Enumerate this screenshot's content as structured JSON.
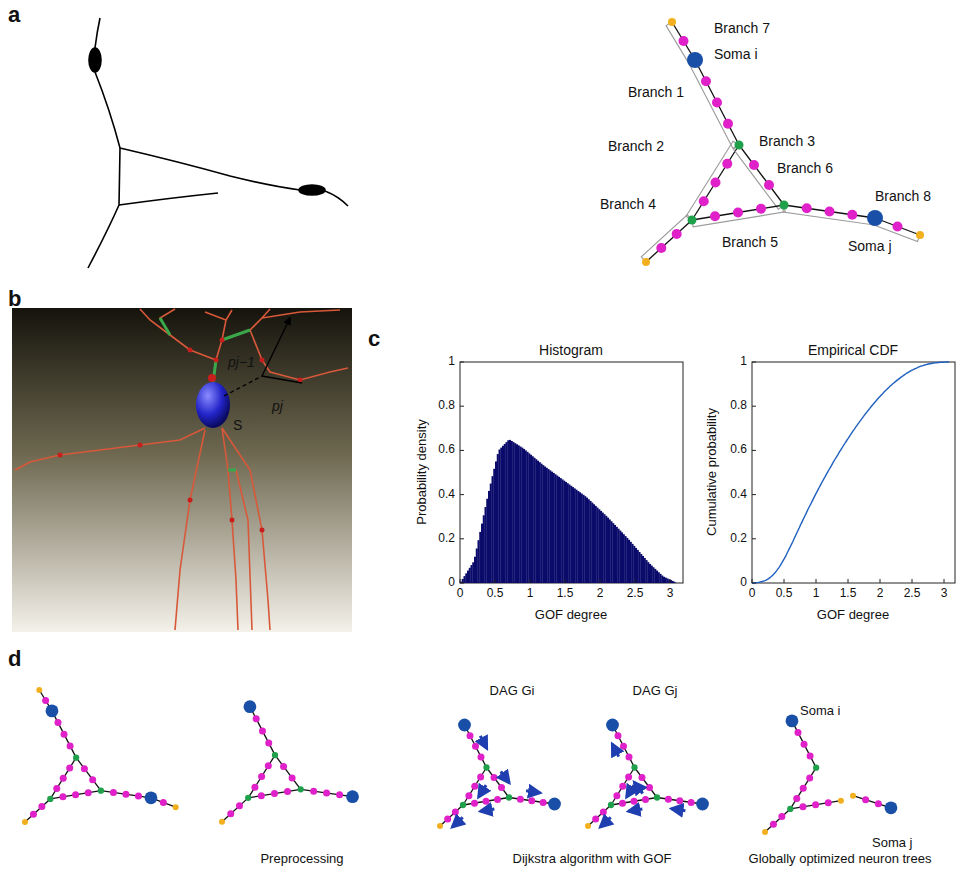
{
  "diagram": {
    "labels": [
      "a",
      "Branch 7",
      "Soma i",
      "Branch 1",
      "Branch 2",
      "Branch 3",
      "Branch 6",
      "Branch 4",
      "Branch 5",
      "Branch 8",
      "Soma j",
      "b",
      "pj−1",
      "pj",
      "S",
      "c",
      "Histogram",
      "Empirical CDF",
      "Probability density",
      "Cumulative probability",
      "GOF degree",
      "GOF degree",
      "1",
      "0.8",
      "0.6",
      "0.4",
      "0.2",
      "0",
      "0",
      "0.5",
      "1",
      "1.5",
      "2",
      "2.5",
      "3",
      "1",
      "0.8",
      "0.6",
      "0.4",
      "0.2",
      "0",
      "0",
      "0.5",
      "1",
      "1.5",
      "2",
      "2.5",
      "3",
      "d",
      "DAG Gi",
      "DAG Gj",
      "Soma i",
      "Soma j",
      "Preprocessing",
      "Dijkstra algorithm with GOF",
      "Globally optimized neuron trees"
    ]
  }
}
